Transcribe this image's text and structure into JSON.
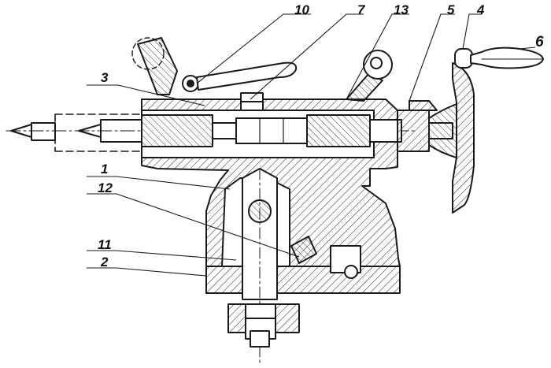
{
  "diagram": {
    "callouts": [
      {
        "id": "label-1",
        "text": "1"
      },
      {
        "id": "label-2",
        "text": "2"
      },
      {
        "id": "label-3",
        "text": "3"
      },
      {
        "id": "label-4",
        "text": "4"
      },
      {
        "id": "label-5",
        "text": "5"
      },
      {
        "id": "label-6",
        "text": "6"
      },
      {
        "id": "label-7",
        "text": "7"
      },
      {
        "id": "label-10",
        "text": "10"
      },
      {
        "id": "label-11",
        "text": "11"
      },
      {
        "id": "label-12",
        "text": "12"
      },
      {
        "id": "label-13",
        "text": "13"
      }
    ],
    "colors": {
      "ink": "#1a1a1a",
      "paper": "#ffffff",
      "hatch": "#333333"
    }
  }
}
